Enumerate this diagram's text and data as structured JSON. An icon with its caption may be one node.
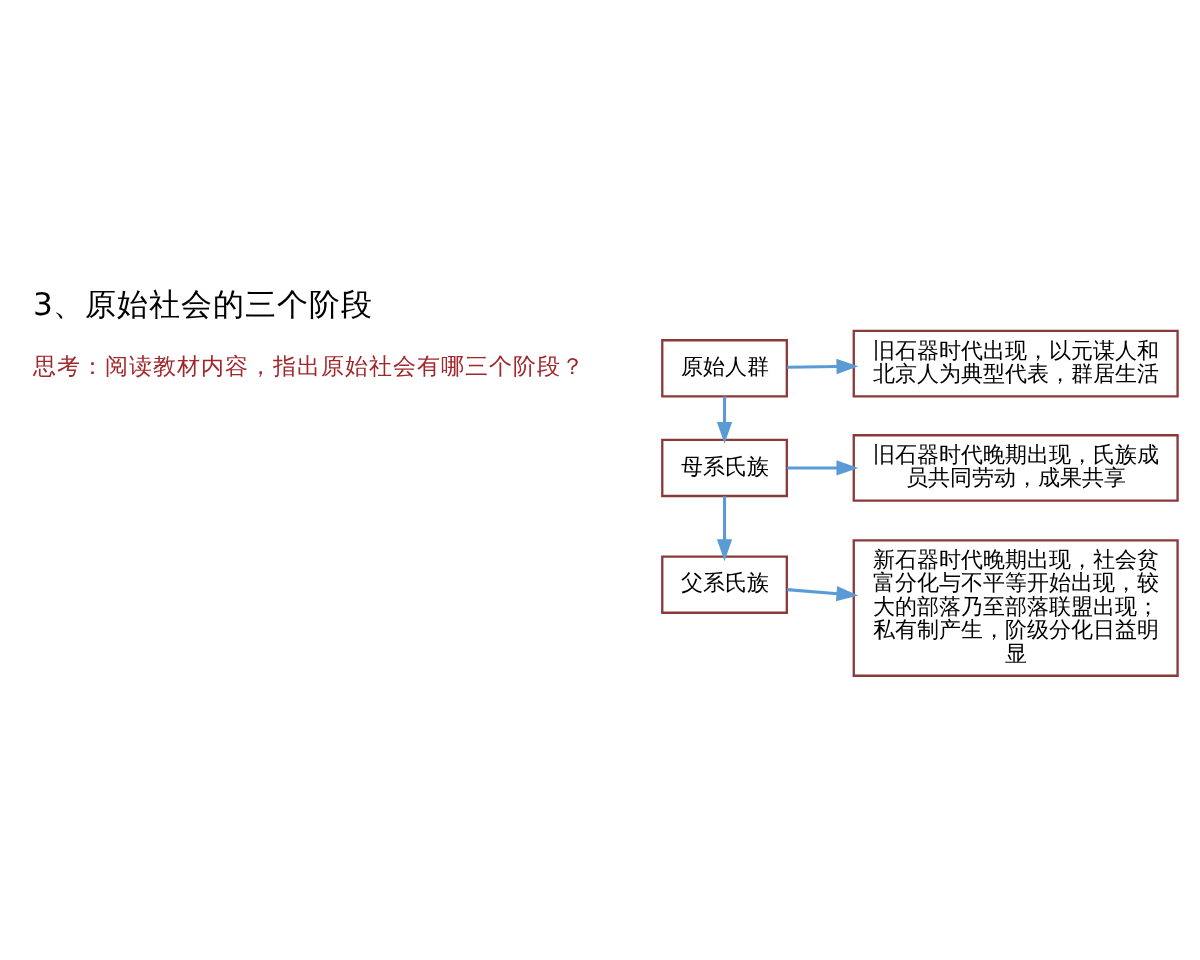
{
  "diagram": {
    "title": "3、原始社会的三个阶段",
    "nodes": [
      {
        "text": [
          "原始人群"
        ]
      },
      {
        "text": [
          "旧石器时代出现，以元谋人和北京人为典型代表，群居生活"
        ]
      },
      {
        "text": [
          "母系氏族"
        ]
      },
      {
        "text": [
          "旧石器时代晚期出现，氏族成员共同劳动，成果共享"
        ]
      },
      {
        "text": [
          "父系氏族"
        ]
      },
      {
        "text": [
          "新石器时代晚期出现，社会贫富分化与不平等开始出现，较大的部落乃至部落联盟出现；私有制产生，阶级分化日益明显"
        ]
      }
    ],
    "edges": [
      {
        "from": 0,
        "to": 1,
        "arrow": "to"
      },
      {
        "from": 0,
        "to": 2,
        "arrow": "to"
      },
      {
        "from": 2,
        "to": 3,
        "arrow": "to"
      },
      {
        "from": 2,
        "to": 4,
        "arrow": "to"
      },
      {
        "from": 4,
        "to": 5,
        "arrow": "to"
      }
    ],
    "labels": [
      "思考：阅读教材内容，指出原始社会有哪三个阶段？"
    ]
  }
}
